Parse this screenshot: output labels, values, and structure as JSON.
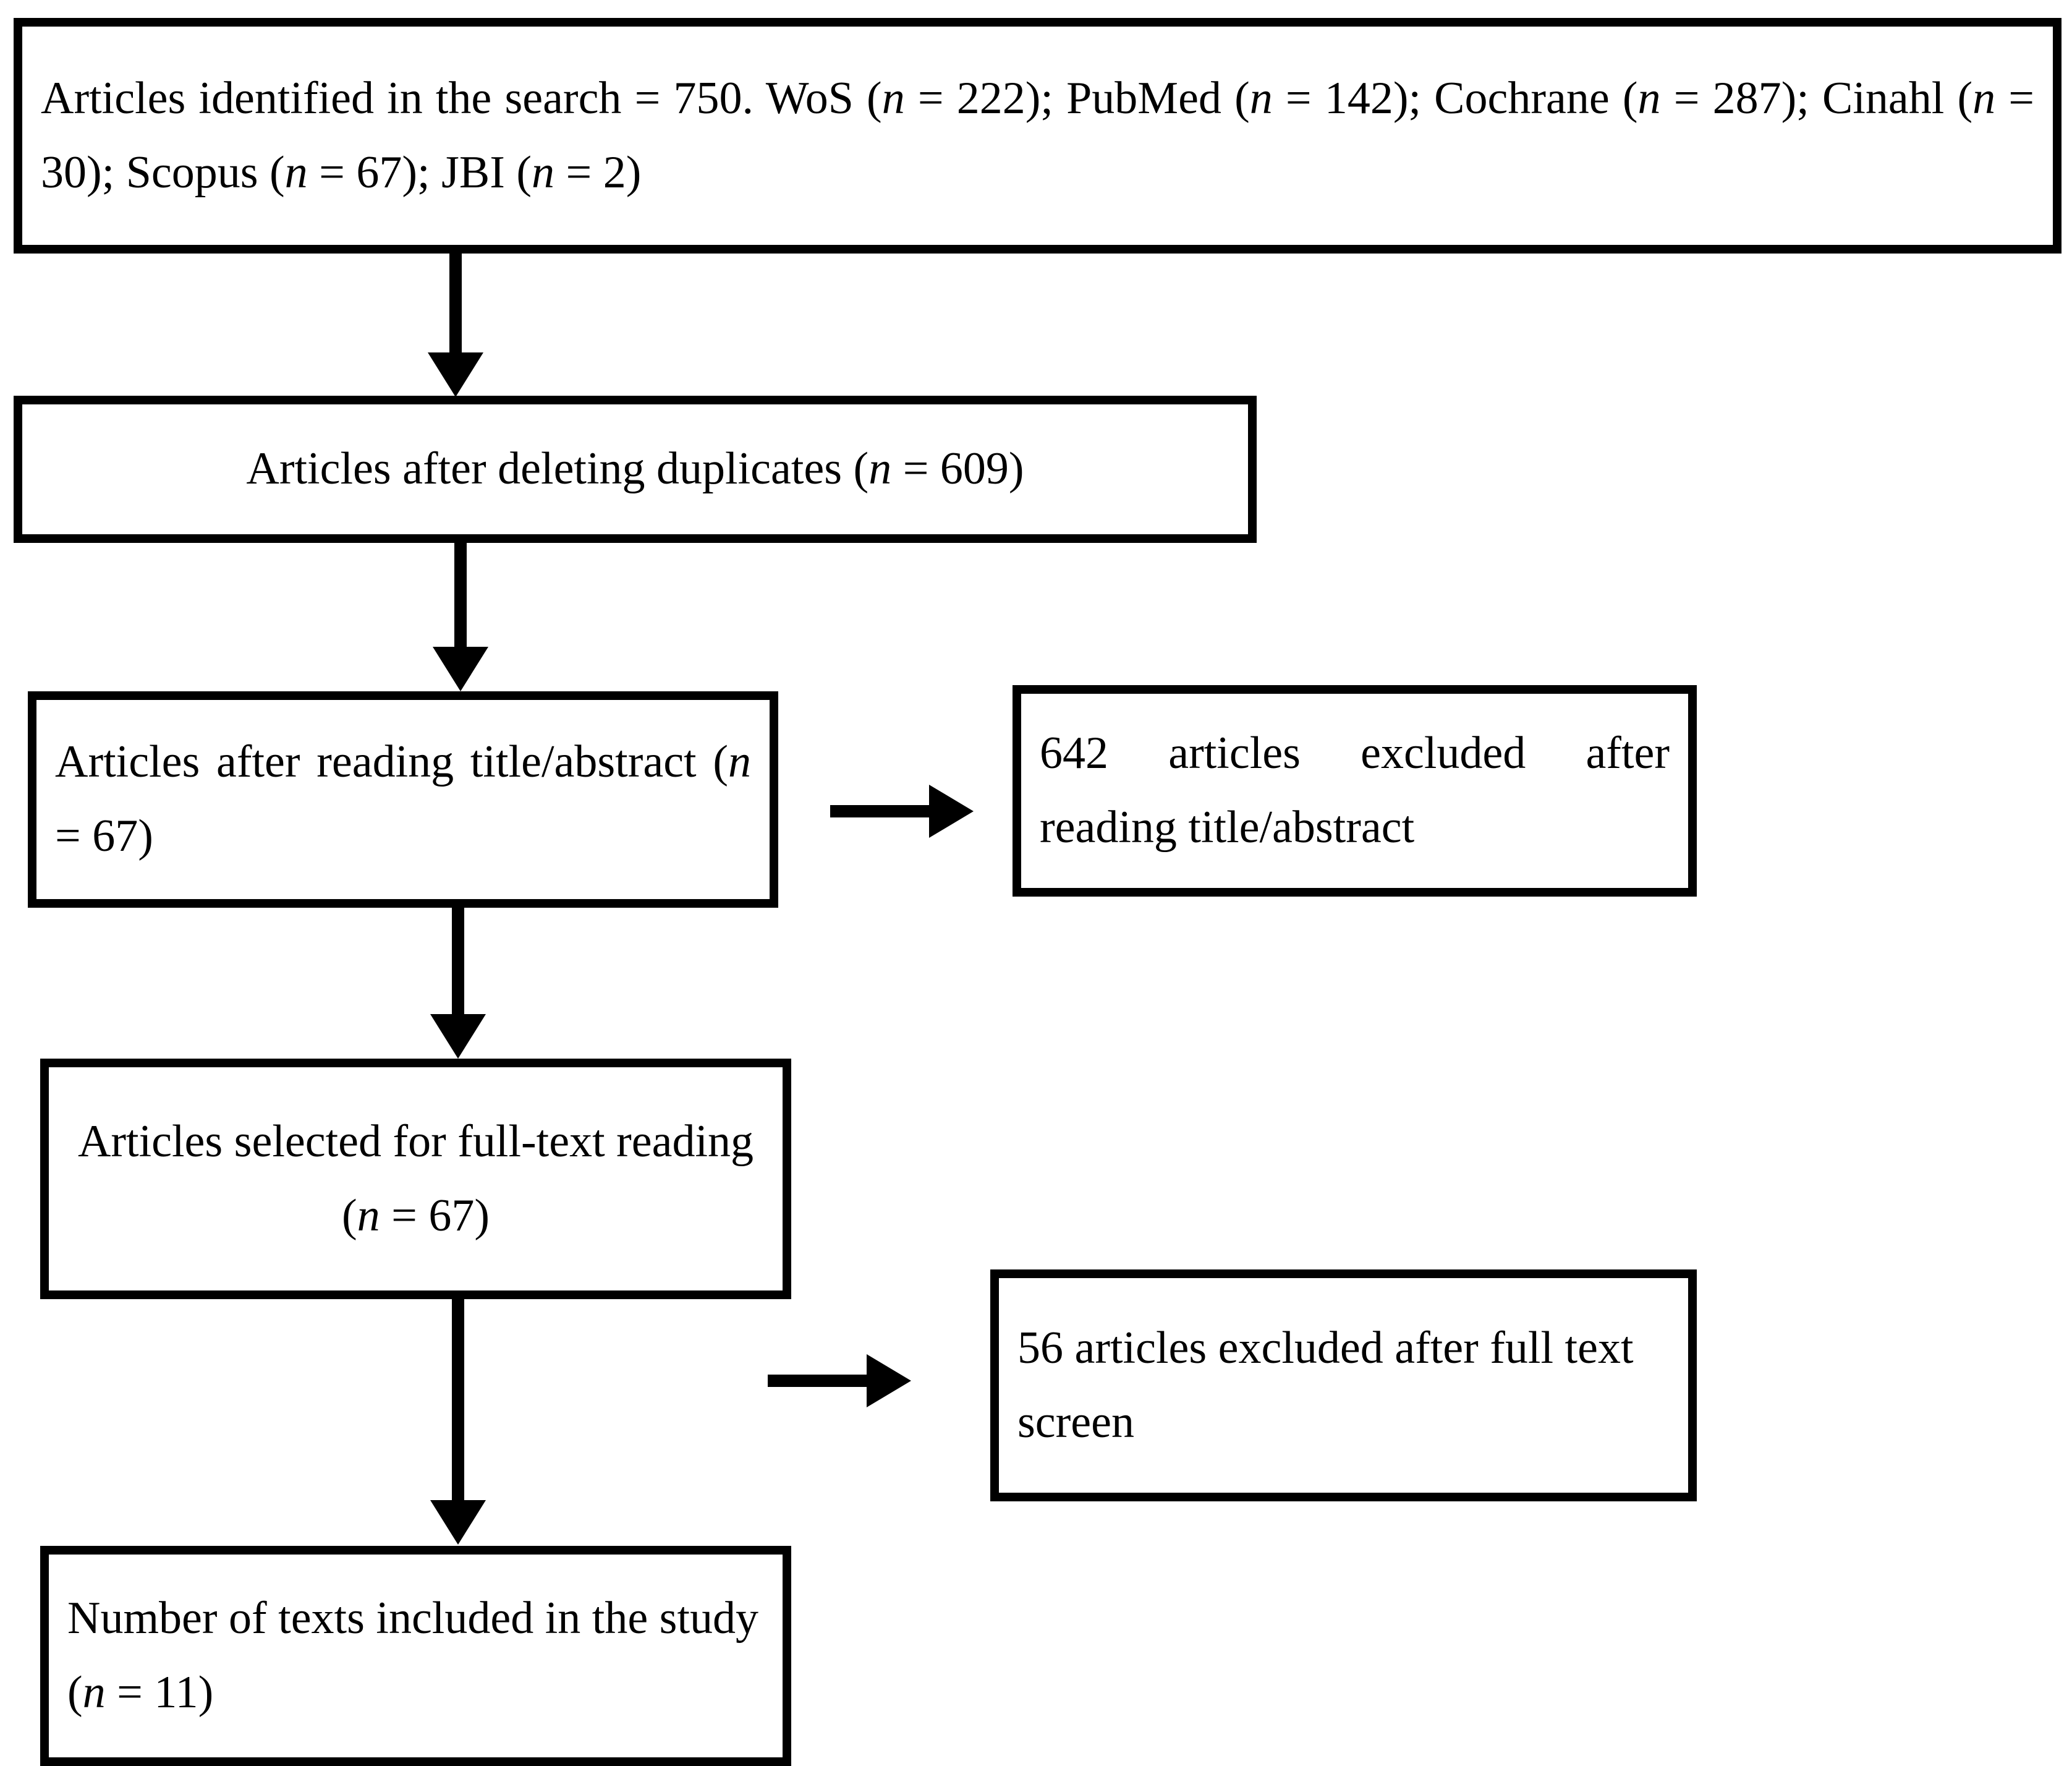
{
  "diagram": {
    "title": "PRISMA study selection flow diagram",
    "type": "flowchart",
    "colors": {
      "background": "#ffffff",
      "border": "#000000",
      "text": "#000000"
    },
    "boxes": [
      {
        "id": "identified",
        "name": "articles-identified",
        "lines": [
          "Articles identified in the search = 750. WoS (n = 222); PubMed (n = 142); Cochrane (n =",
          "287); Cinahl (n = 30); Scopus (n = 67); JBI (n = 2)"
        ],
        "align": "justify",
        "total": 750,
        "sources": [
          {
            "name": "WoS",
            "n": 222
          },
          {
            "name": "PubMed",
            "n": 142
          },
          {
            "name": "Cochrane",
            "n": 287
          },
          {
            "name": "Cinahl",
            "n": 30
          },
          {
            "name": "Scopus",
            "n": 67
          },
          {
            "name": "JBI",
            "n": 2
          }
        ]
      },
      {
        "id": "duplicates",
        "name": "articles-after-duplicates",
        "lines": [
          "Articles after deleting duplicates (n = 609)"
        ],
        "align": "center",
        "n": 609
      },
      {
        "id": "title-abstract",
        "name": "articles-after-title-abstract",
        "lines": [
          "Articles after reading",
          "title/abstract (n = 67)"
        ],
        "align": "justify",
        "n": 67
      },
      {
        "id": "excluded-title-abstract",
        "name": "excluded-after-title-abstract",
        "lines": [
          "642 articles excluded after",
          "reading title/abstract"
        ],
        "align": "justify",
        "n": 642
      },
      {
        "id": "full-text",
        "name": "articles-selected-full-text",
        "lines": [
          "Articles selected for full-text",
          "reading (n = 67)"
        ],
        "align": "center",
        "n": 67
      },
      {
        "id": "excluded-full-text",
        "name": "excluded-after-full-text",
        "lines": [
          "56 articles excluded after full",
          "text screen"
        ],
        "align": "left",
        "n": 56
      },
      {
        "id": "included",
        "name": "texts-included",
        "lines": [
          "Number of texts included in",
          "the study (n = 11)"
        ],
        "align": "left",
        "n": 11
      }
    ],
    "arrows": [
      {
        "id": "a1",
        "name": "arrow-identified-to-duplicates",
        "direction": "down"
      },
      {
        "id": "a2",
        "name": "arrow-duplicates-to-title-abstract",
        "direction": "down"
      },
      {
        "id": "a3",
        "name": "arrow-title-abstract-to-full-text",
        "direction": "down"
      },
      {
        "id": "a4",
        "name": "arrow-full-text-to-included",
        "direction": "down"
      },
      {
        "id": "a5",
        "name": "arrow-title-abstract-to-excluded",
        "direction": "right"
      },
      {
        "id": "a6",
        "name": "arrow-full-text-to-excluded",
        "direction": "right"
      }
    ]
  },
  "text": {
    "b1_l1_a": "Articles identified in the search = 750. WoS (",
    "b1_l1_n1": "n",
    "b1_l1_b": " = 222); PubMed (",
    "b1_l1_n2": "n",
    "b1_l1_c": " = 142); Cochrane (",
    "b1_l1_n3": "n",
    "b1_l1_d": " =",
    "b1_l2_a": "287); Cinahl (",
    "b1_l2_n1": "n",
    "b1_l2_b": " = 30); Scopus (",
    "b1_l2_n2": "n",
    "b1_l2_c": " = 67); JBI (",
    "b1_l2_n3": "n",
    "b1_l2_d": " = 2)",
    "b2_a": "Articles after deleting duplicates (",
    "b2_n": "n",
    "b2_b": " = 609)",
    "b3_l1": "Articles after reading",
    "b3_l2_a": "title/abstract (",
    "b3_l2_n": "n",
    "b3_l2_b": " = 67)",
    "b4_l1": "642 articles excluded after",
    "b4_l2": "reading title/abstract",
    "b5_l1": "Articles selected for full-text",
    "b5_l2_a": "reading (",
    "b5_l2_n": "n",
    "b5_l2_b": " = 67)",
    "b6_l1": "56 articles excluded after full",
    "b6_l2": "text screen",
    "b7_l1": "Number of texts included in",
    "b7_l2_a": "the study (",
    "b7_l2_n": "n",
    "b7_l2_b": " = 11)"
  }
}
